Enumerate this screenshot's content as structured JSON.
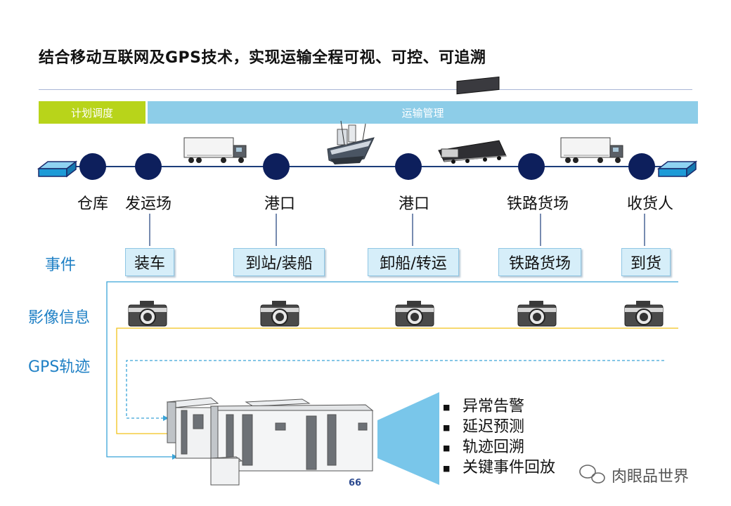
{
  "title": "结合移动互联网及GPS技术，实现运输全程可视、可控、可追溯",
  "phases": {
    "plan": "计划调度",
    "transport": "运输管理"
  },
  "nodes": [
    "仓库",
    "发运场",
    "港口",
    "港口",
    "铁路货场",
    "收货人"
  ],
  "row_labels": {
    "events": "事件",
    "images": "影像信息",
    "gps": "GPS轨迹"
  },
  "events": [
    "装车",
    "到站/装船",
    "卸船/转运",
    "铁路货场",
    "到货"
  ],
  "features": [
    "异常告警",
    "延迟预测",
    "轨迹回溯",
    "关键事件回放"
  ],
  "page_number": "66",
  "watermark": "肉眼品世界",
  "colors": {
    "node": "#0d1f5c",
    "plan_bar": "#b8d41a",
    "transport_bar": "#8dcde8",
    "label_blue": "#1f80c5",
    "gps_line": "#f2c21b",
    "image_line": "#3aa4d8"
  },
  "icons": [
    "warehouse-block-icon",
    "truck-icon",
    "ship-icon",
    "train-icon",
    "camera-icon",
    "server-icon",
    "funnel-icon",
    "wechat-icon"
  ]
}
